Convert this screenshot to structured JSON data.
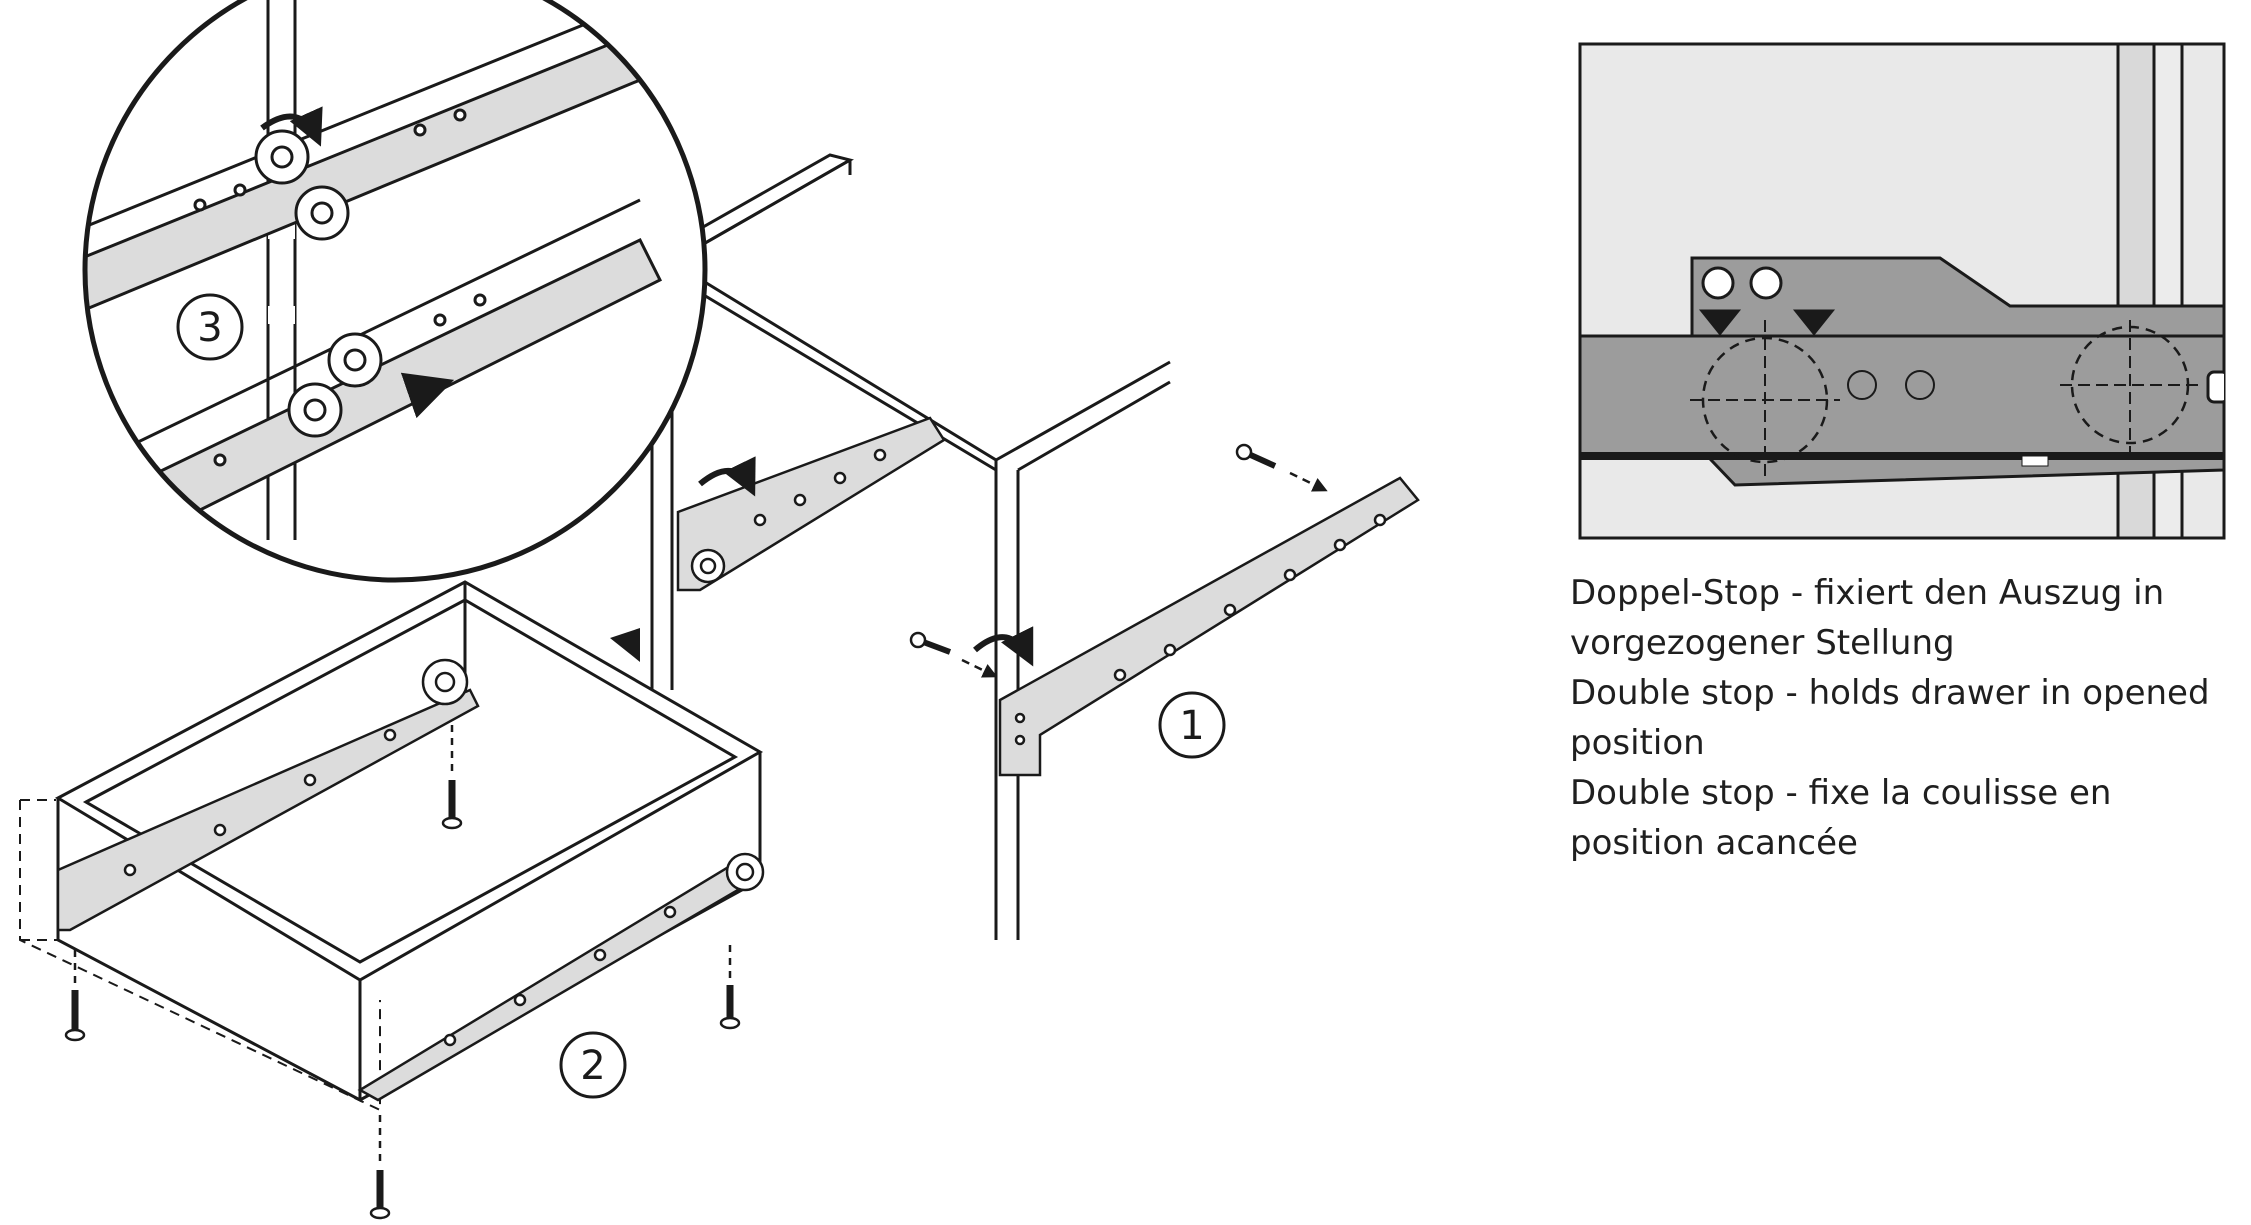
{
  "step_labels": {
    "one": "1",
    "two": "2",
    "three": "3"
  },
  "caption": {
    "line1": "Doppel-Stop - fixiert den Auszug in",
    "line2": "vorgezogener Stellung",
    "line3": "Double stop - holds drawer in opened",
    "line4": "position",
    "line5": "Double stop - fixe la coulisse en",
    "line6": "position acancée"
  },
  "colors": {
    "line": "#1a1a1a",
    "rail_fill": "#dcdcdc",
    "detail_bg": "#e9e9e9",
    "detail_rail": "#9c9c9c"
  }
}
